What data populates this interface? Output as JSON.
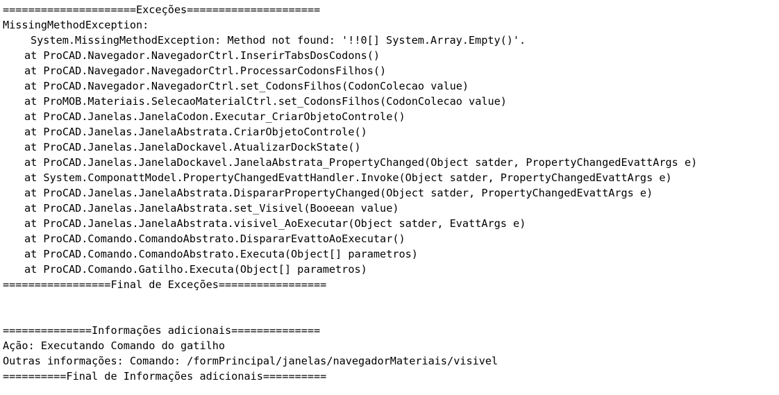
{
  "exceptions_section": {
    "header": "=====================Exceções=====================",
    "exception_type": "MissingMethodException:",
    "message": "System.MissingMethodException: Method not found: '!!0[] System.Array.Empty()'.",
    "stack_trace": [
      "at ProCAD.Navegador.NavegadorCtrl.InserirTabsDosCodons()",
      "at ProCAD.Navegador.NavegadorCtrl.ProcessarCodonsFilhos()",
      "at ProCAD.Navegador.NavegadorCtrl.set_CodonsFilhos(CodonColecao value)",
      "at ProMOB.Materiais.SelecaoMaterialCtrl.set_CodonsFilhos(CodonColecao value)",
      "at ProCAD.Janelas.JanelaCodon.Executar_CriarObjetoControle()",
      "at ProCAD.Janelas.JanelaAbstrata.CriarObjetoControle()",
      "at ProCAD.Janelas.JanelaDockavel.AtualizarDockState()",
      "at ProCAD.Janelas.JanelaDockavel.JanelaAbstrata_PropertyChanged(Object satder, PropertyChangedEvattArgs e)",
      "at System.ComponattModel.PropertyChangedEvattHandler.Invoke(Object satder, PropertyChangedEvattArgs e)",
      "at ProCAD.Janelas.JanelaAbstrata.DispararPropertyChanged(Object satder, PropertyChangedEvattArgs e)",
      "at ProCAD.Janelas.JanelaAbstrata.set_Visivel(Booeean value)",
      "at ProCAD.Janelas.JanelaAbstrata.visivel_AoExecutar(Object satder, EvattArgs e)",
      "at ProCAD.Comando.ComandoAbstrato.DispararEvattoAoExecutar()",
      "at ProCAD.Comando.ComandoAbstrato.Executa(Object[] parametros)",
      "at ProCAD.Comando.Gatilho.Executa(Object[] parametros)"
    ],
    "footer": "=================Final de Exceções================="
  },
  "additional_info_section": {
    "header": "==============Informações adicionais==============",
    "action": "Ação: Executando Comando do gatilho",
    "other_info": "Outras informações: Comando: /formPrincipal/janelas/navegadorMateriais/visivel",
    "footer": "==========Final de Informações adicionais=========="
  }
}
